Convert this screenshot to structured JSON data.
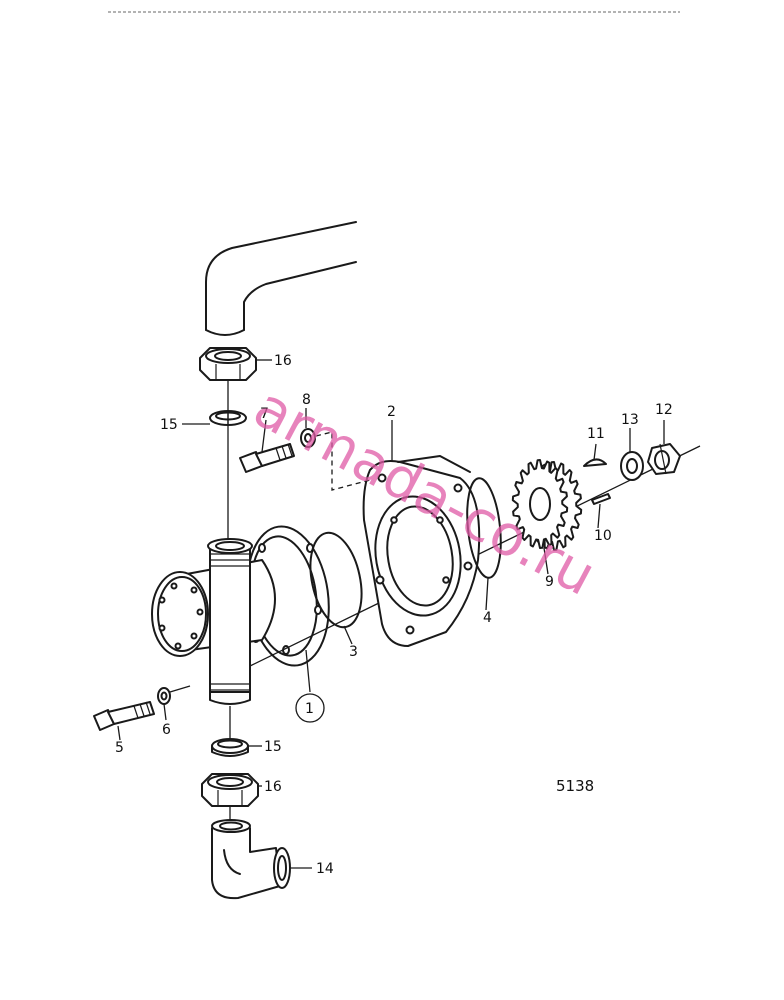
{
  "drawing_number": "5138",
  "watermark": "armada-co.ru",
  "colors": {
    "ink": "#1a1a1a",
    "watermark": "#e05aa6",
    "background": "#ffffff"
  },
  "callouts": {
    "c1": "1",
    "c2": "2",
    "c3": "3",
    "c4": "4",
    "c5": "5",
    "c6": "6",
    "c7": "7",
    "c8": "8",
    "c9": "9",
    "c10": "10",
    "c11": "11",
    "c12": "12",
    "c13": "13",
    "c14": "14",
    "c15a": "15",
    "c15b": "15",
    "c16a": "16",
    "c16b": "16"
  }
}
